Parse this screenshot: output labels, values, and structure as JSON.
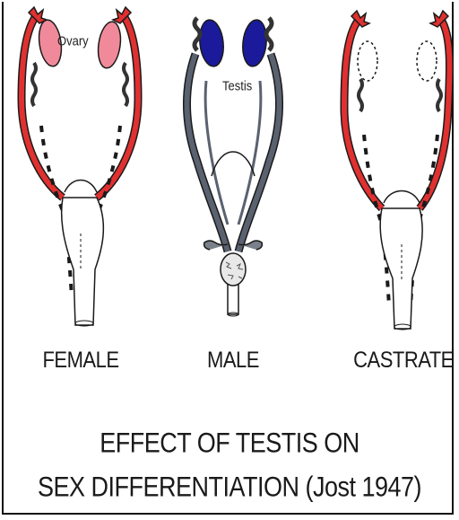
{
  "labels": {
    "female": "FEMALE",
    "male": "MALE",
    "castrate": "CASTRATE",
    "ovary": "Ovary",
    "testis": "Testis"
  },
  "title": {
    "line1": "EFFECT OF TESTIS ON",
    "line2": "SEX DIFFERENTIATION (Jost 1947)"
  },
  "colors": {
    "mullerian_duct": "#e03030",
    "ovary": "#f08a9a",
    "testis": "#1a1a9a",
    "wolffian_duct": "#5a6270",
    "ink": "#1a1a1a"
  }
}
